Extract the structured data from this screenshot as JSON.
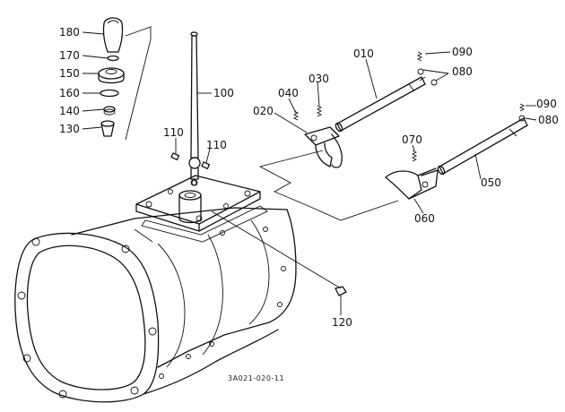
{
  "diagram": {
    "reference_code": "3A021-020-11",
    "part_numbers": {
      "p180": "180",
      "p170": "170",
      "p150": "150",
      "p160": "160",
      "p140": "140",
      "p130": "130",
      "p100": "100",
      "p110a": "110",
      "p110b": "110",
      "p010": "010",
      "p090a": "090",
      "p080a": "080",
      "p040": "040",
      "p030": "030",
      "p020": "020",
      "p070": "070",
      "p090b": "090",
      "p080b": "080",
      "p050": "050",
      "p060": "060",
      "p120": "120"
    }
  }
}
